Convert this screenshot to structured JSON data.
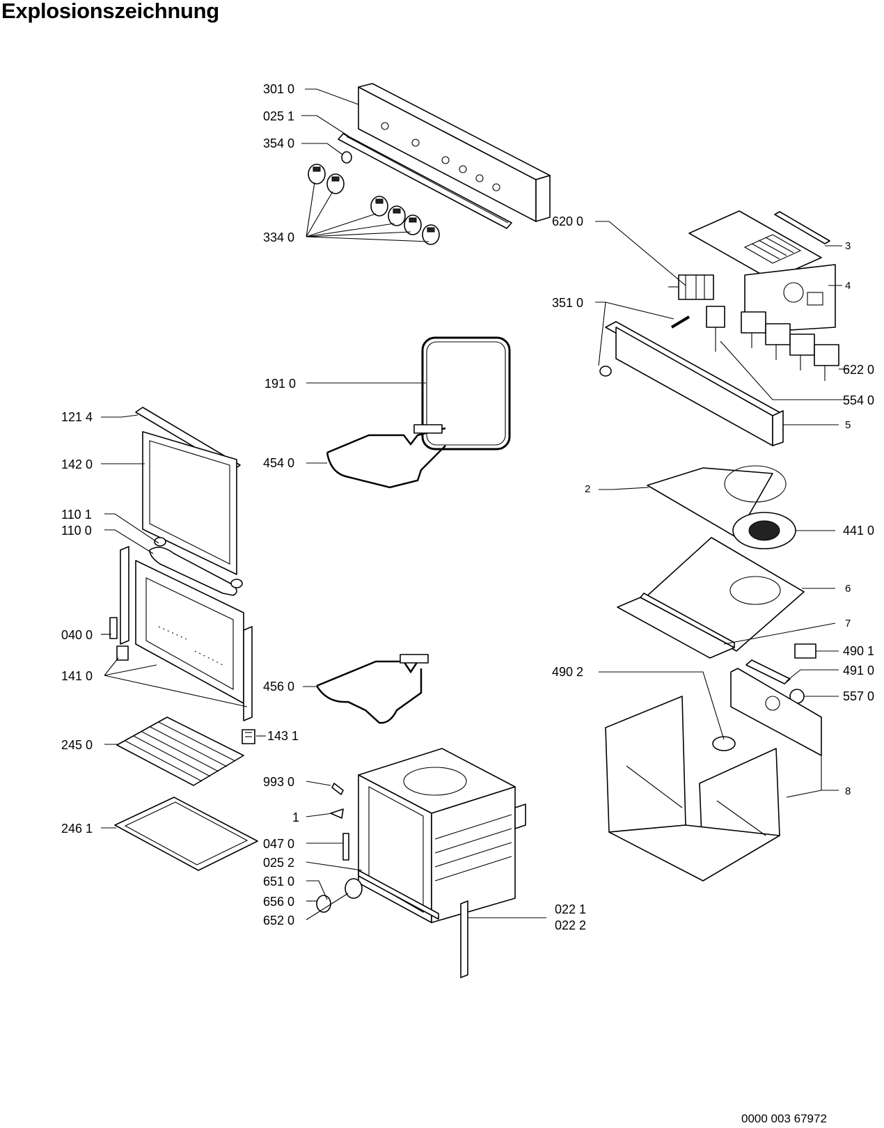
{
  "title": "Explosionszeichnung",
  "document_number": "0000 003 67972",
  "callouts": {
    "c3010": "301 0",
    "c0251": "025 1",
    "c3540": "354 0",
    "c3340": "334 0",
    "c6200": "620 0",
    "c3": "3",
    "c4": "4",
    "c3510": "351 0",
    "c6220": "622 0",
    "c5540": "554 0",
    "c5": "5",
    "c1910": "191 0",
    "c1214": "121 4",
    "c1420": "142 0",
    "c4540": "454 0",
    "c2": "2",
    "c4410": "441 0",
    "c1101": "110 1",
    "c1100": "110 0",
    "c6": "6",
    "c7": "7",
    "c0400": "040 0",
    "c1410": "141 0",
    "c4560": "456 0",
    "c4902": "490 2",
    "c4901": "490 1",
    "c4910": "491 0",
    "c5570": "557 0",
    "c1431": "143 1",
    "c2450": "245 0",
    "c9930": "993 0",
    "c1": "1",
    "c8": "8",
    "c2461": "246 1",
    "c0470": "047 0",
    "c0252": "025 2",
    "c6510": "651 0",
    "c6560": "656 0",
    "c6520": "652 0",
    "c0221": "022 1",
    "c0222": "022 2"
  }
}
